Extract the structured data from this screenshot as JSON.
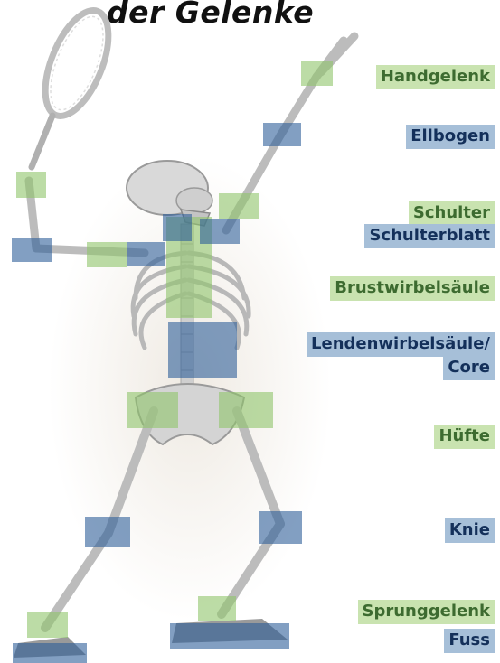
{
  "title": "der Gelenke",
  "colors": {
    "green_label_bg": "#c9e3b0",
    "green_label_text": "#3d6b30",
    "blue_label_bg": "#a6bfd8",
    "blue_label_text": "#14305a",
    "green_marker": "#8fc46a",
    "blue_marker": "#2f5f99"
  },
  "icons": [
    "tennis-racket-icon",
    "skeleton-figure"
  ],
  "labels": {
    "handgelenk": "Handgelenk",
    "ellbogen": "Ellbogen",
    "schulter": "Schulter",
    "schulterblatt": "Schulterblatt",
    "brustwirbelsaeule": "Brustwirbelsäule",
    "lendenwirbelsaeule_1": "Lendenwirbelsäule/",
    "lendenwirbelsaeule_2": "Core",
    "huefte": "Hüfte",
    "knie": "Knie",
    "sprunggelenk": "Sprunggelenk",
    "fuss": "Fuss"
  }
}
